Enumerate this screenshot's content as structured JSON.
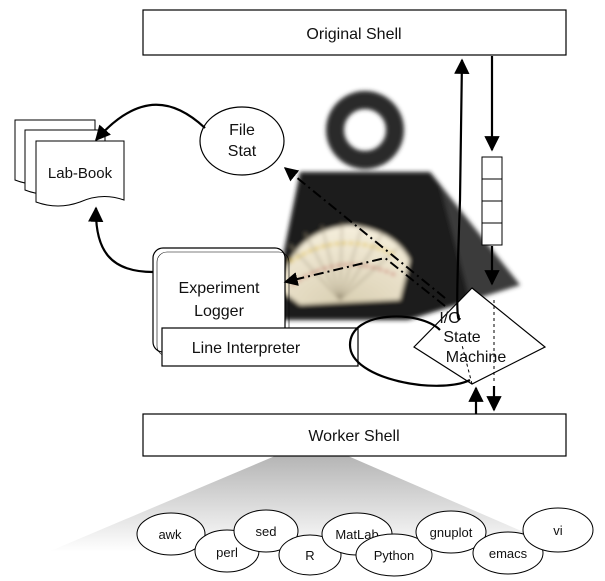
{
  "shells": {
    "original": "Original Shell",
    "worker": "Worker Shell"
  },
  "nodes": {
    "file_stat_line1": "File",
    "file_stat_line2": "Stat",
    "lab_book": "Lab-Book",
    "experiment_logger_line1": "Experiment",
    "experiment_logger_line2": "Logger",
    "line_interpreter": "Line Interpreter",
    "io_line1": "I/O",
    "io_line2": "State",
    "io_line3": "Machine"
  },
  "tools": [
    {
      "id": "awk",
      "label": "awk"
    },
    {
      "id": "perl",
      "label": "perl"
    },
    {
      "id": "sed",
      "label": "sed"
    },
    {
      "id": "r",
      "label": "R"
    },
    {
      "id": "matlab",
      "label": "MatLab"
    },
    {
      "id": "python",
      "label": "Python"
    },
    {
      "id": "gnuplot",
      "label": "gnuplot"
    },
    {
      "id": "emacs",
      "label": "emacs"
    },
    {
      "id": "vi",
      "label": "vi"
    }
  ],
  "colors": {
    "box_fill": "#ffffff",
    "stroke": "#000000",
    "funnel_top": "#bdbdbd",
    "funnel_bottom": "#ffffff",
    "logo_dark": "#2a2a2a",
    "fan": "#efe6cf"
  },
  "icons": {
    "background_logo": "weight-with-fan-logo",
    "buffer": "queue-buffer-icon"
  }
}
